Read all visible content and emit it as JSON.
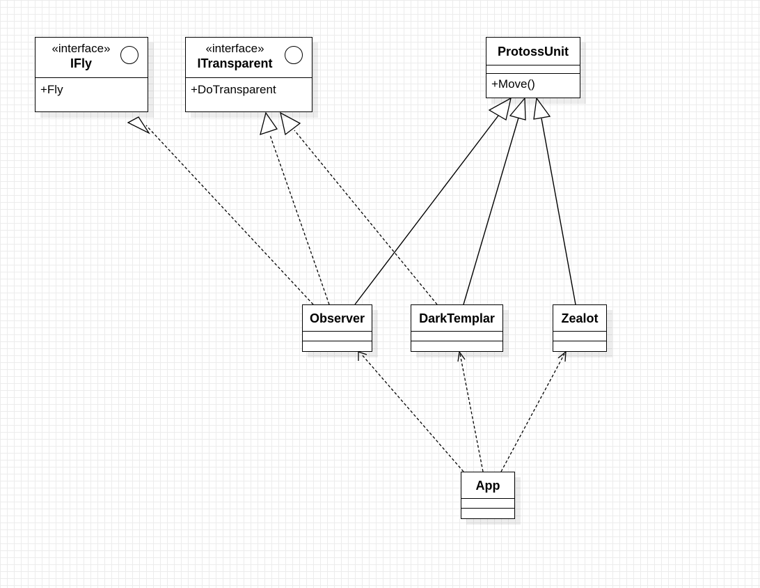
{
  "diagram": {
    "nodes": {
      "ifly": {
        "stereotype": "«interface»",
        "name": "IFly",
        "members": [
          "+Fly"
        ]
      },
      "itransparent": {
        "stereotype": "«interface»",
        "name": "ITransparent",
        "members": [
          "+DoTransparent"
        ]
      },
      "protossunit": {
        "name": "ProtossUnit",
        "members": [
          "+Move()"
        ]
      },
      "observer": {
        "name": "Observer"
      },
      "darktemplar": {
        "name": "DarkTemplar"
      },
      "zealot": {
        "name": "Zealot"
      },
      "app": {
        "name": "App"
      }
    },
    "edges": [
      {
        "from": "Observer",
        "to": "IFly",
        "kind": "realization"
      },
      {
        "from": "Observer",
        "to": "ITransparent",
        "kind": "realization"
      },
      {
        "from": "DarkTemplar",
        "to": "ITransparent",
        "kind": "realization"
      },
      {
        "from": "Observer",
        "to": "ProtossUnit",
        "kind": "generalization"
      },
      {
        "from": "DarkTemplar",
        "to": "ProtossUnit",
        "kind": "generalization"
      },
      {
        "from": "Zealot",
        "to": "ProtossUnit",
        "kind": "generalization"
      },
      {
        "from": "App",
        "to": "Observer",
        "kind": "dependency"
      },
      {
        "from": "App",
        "to": "DarkTemplar",
        "kind": "dependency"
      },
      {
        "from": "App",
        "to": "Zealot",
        "kind": "dependency"
      }
    ]
  }
}
